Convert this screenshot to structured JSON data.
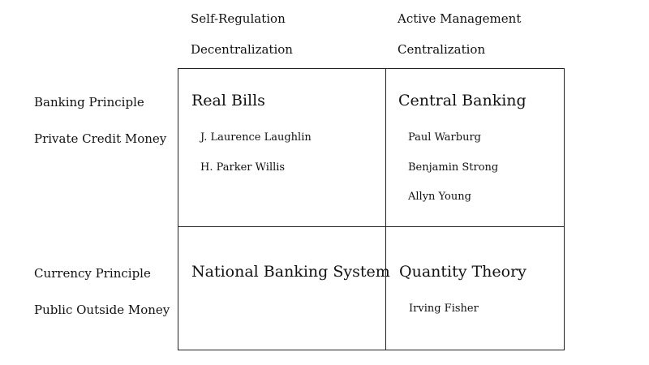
{
  "columns": {
    "left": {
      "top": "Self-Regulation",
      "bottom": "Decentralization"
    },
    "right": {
      "top": "Active Management",
      "bottom": "Centralization"
    }
  },
  "rows": {
    "upper": {
      "top": "Banking Principle",
      "bottom": "Private Credit Money"
    },
    "lower": {
      "top": "Currency Principle",
      "bottom": "Public Outside Money"
    }
  },
  "quadrants": {
    "top_left": {
      "title": "Real Bills",
      "names": [
        "J. Laurence Laughlin",
        "H. Parker Willis"
      ]
    },
    "top_right": {
      "title": "Central Banking",
      "names": [
        "Paul Warburg",
        "Benjamin Strong",
        "Allyn Young"
      ]
    },
    "bottom_left": {
      "title": "National Banking System",
      "names": []
    },
    "bottom_right": {
      "title": "Quantity Theory",
      "names": [
        "Irving Fisher"
      ]
    }
  }
}
